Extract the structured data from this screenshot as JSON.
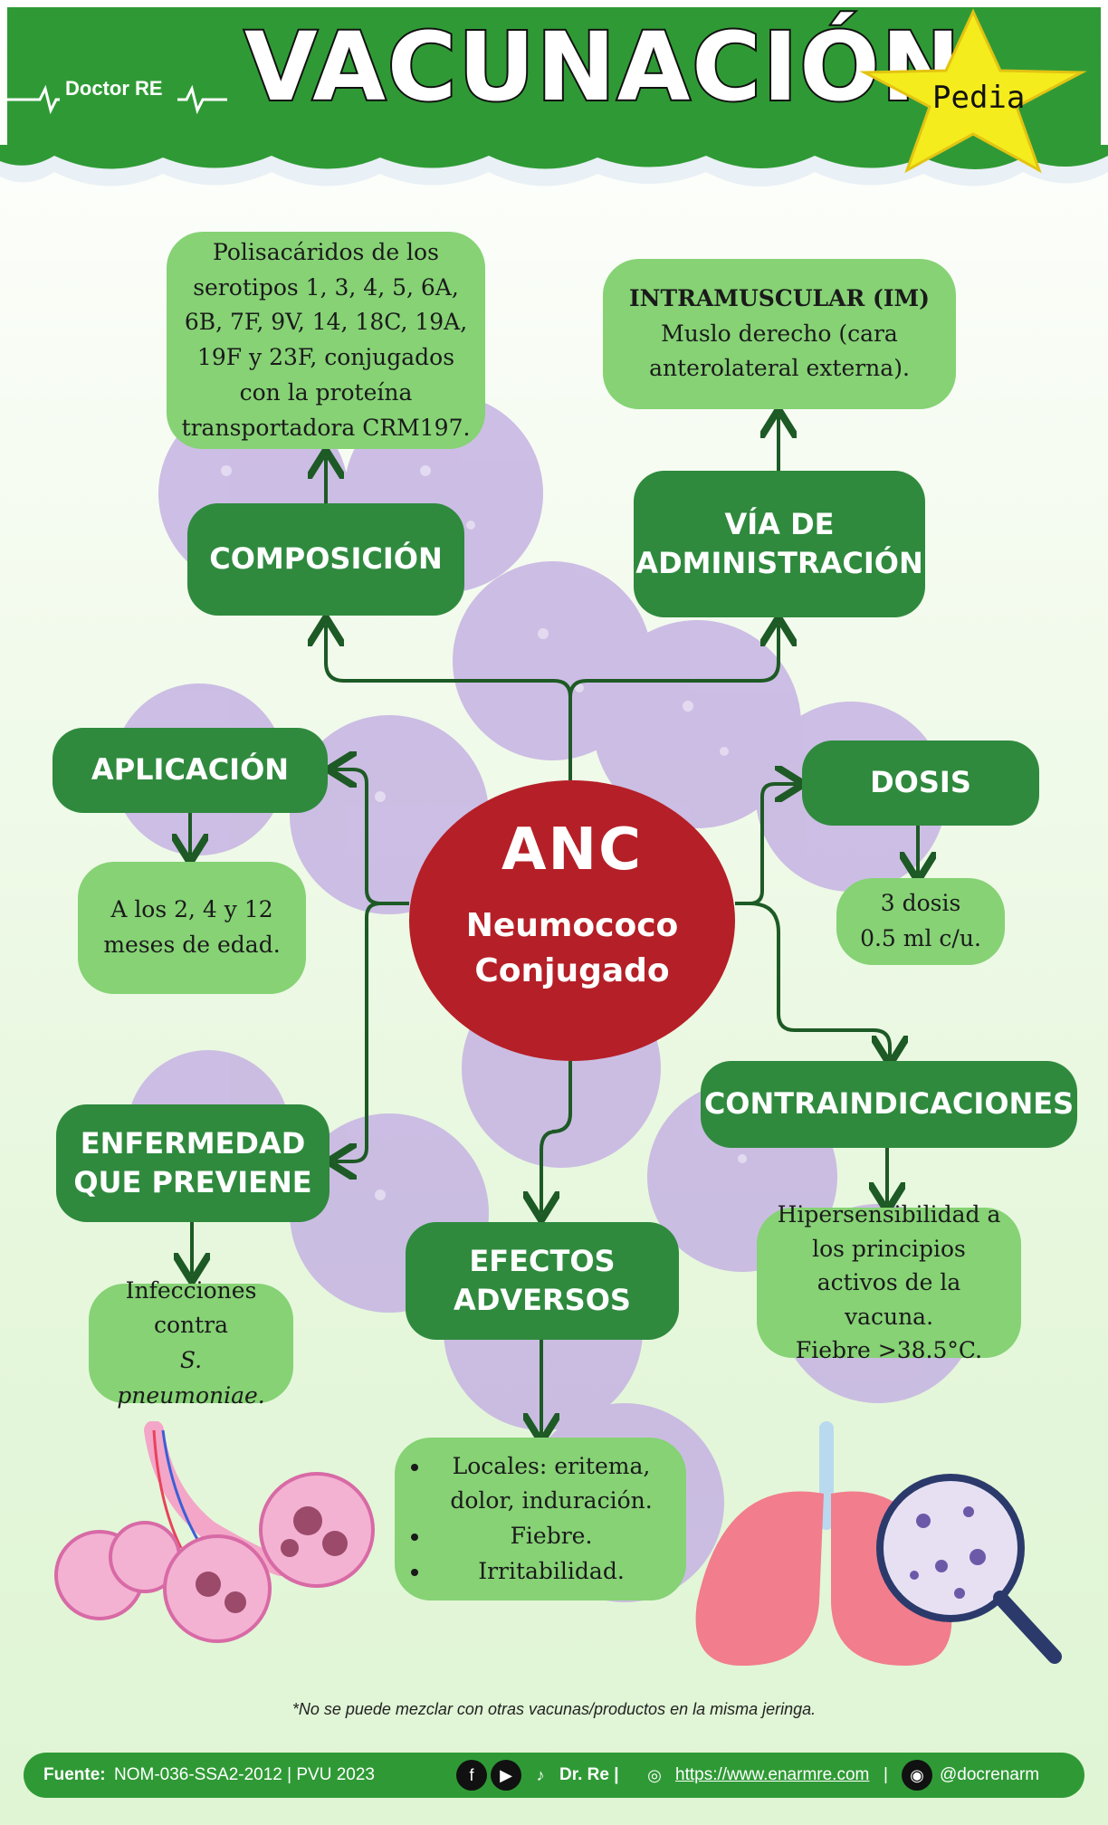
{
  "header": {
    "brand": "Doctor RE",
    "title": "VACUNACIÓN",
    "badge": "Pedia",
    "colors": {
      "green": "#2f9a35",
      "star": "#f4ec1c"
    }
  },
  "center": {
    "title": "ANC",
    "line1": "Neumococo",
    "line2": "Conjugado",
    "color": "#b51f27"
  },
  "nodes": {
    "composicion": "COMPOSICIÓN",
    "via_line1": "VÍA DE",
    "via_line2": "ADMINISTRACIÓN",
    "aplicacion": "APLICACIÓN",
    "dosis": "DOSIS",
    "enfermedad_line1": "ENFERMEDAD",
    "enfermedad_line2": "QUE PREVIENE",
    "efectos_line1": "EFECTOS",
    "efectos_line2": "ADVERSOS",
    "contraindicaciones": "CONTRAINDICACIONES"
  },
  "info": {
    "composicion": "Polisacáridos de los serotipos 1, 3, 4, 5, 6A, 6B, 7F, 9V, 14, 18C, 19A, 19F y 23F, conjugados con la proteína transportadora CRM197.",
    "via_bold": "INTRAMUSCULAR (IM)",
    "via_text": "Muslo derecho (cara anterolateral externa).",
    "aplicacion": "A los 2, 4 y 12 meses de edad.",
    "dosis_line1": "3 dosis",
    "dosis_line2": "0.5 ml c/u.",
    "enfermedad_text": "Infecciones contra",
    "enfermedad_italic": "S. pneumoniae.",
    "contra_text": "Hipersensibilidad a los principios activos de la vacuna.",
    "contra_fiebre": "Fiebre >38.5°C.",
    "efectos": [
      "Locales: eritema, dolor, induración.",
      "Fiebre.",
      "Irritabilidad."
    ]
  },
  "footnote": "*No se puede mezclar con otras vacunas/productos en la misma jeringa.",
  "footer": {
    "source_label": "Fuente:",
    "source": "NOM-036-SSA2-2012 | PVU 2023",
    "author": "Dr. Re |",
    "url": "https://www.enarmre.com",
    "separator": "|",
    "handle": "@docrenarm",
    "icons": [
      "facebook-icon",
      "youtube-icon",
      "tiktok-icon",
      "globe-icon",
      "instagram-icon"
    ]
  }
}
